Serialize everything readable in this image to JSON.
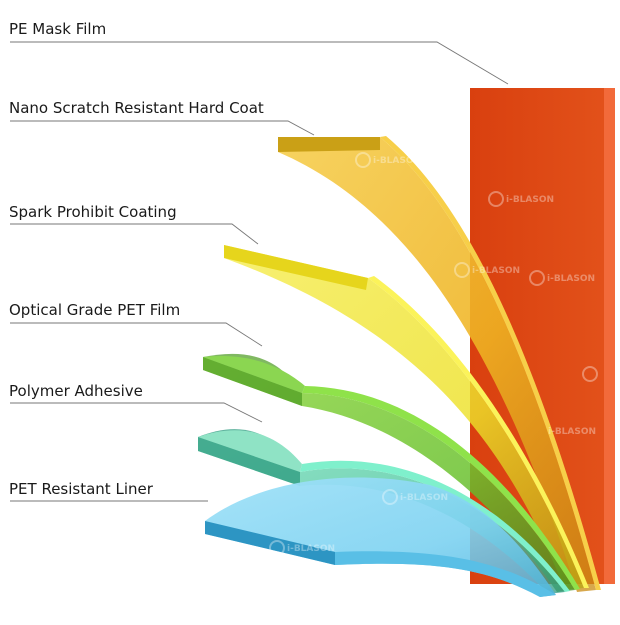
{
  "layers": [
    {
      "id": "pe-mask-film",
      "label": "PE Mask Film",
      "color": "#dc4412"
    },
    {
      "id": "nano-scratch-hard-coat",
      "label": "Nano Scratch Resistant Hard Coat",
      "color": "#f2bd22"
    },
    {
      "id": "spark-prohibit-coating",
      "label": "Spark Prohibit Coating",
      "color": "#f2e32a"
    },
    {
      "id": "optical-grade-pet-film",
      "label": "Optical Grade PET Film",
      "color": "#7ccd3a"
    },
    {
      "id": "polymer-adhesive",
      "label": "Polymer Adhesive",
      "color": "#5dcfab"
    },
    {
      "id": "pet-resistant-liner",
      "label": "PET Resistant Liner",
      "color": "#7fd3f2"
    }
  ],
  "watermark": {
    "text": "i-BLASON"
  }
}
